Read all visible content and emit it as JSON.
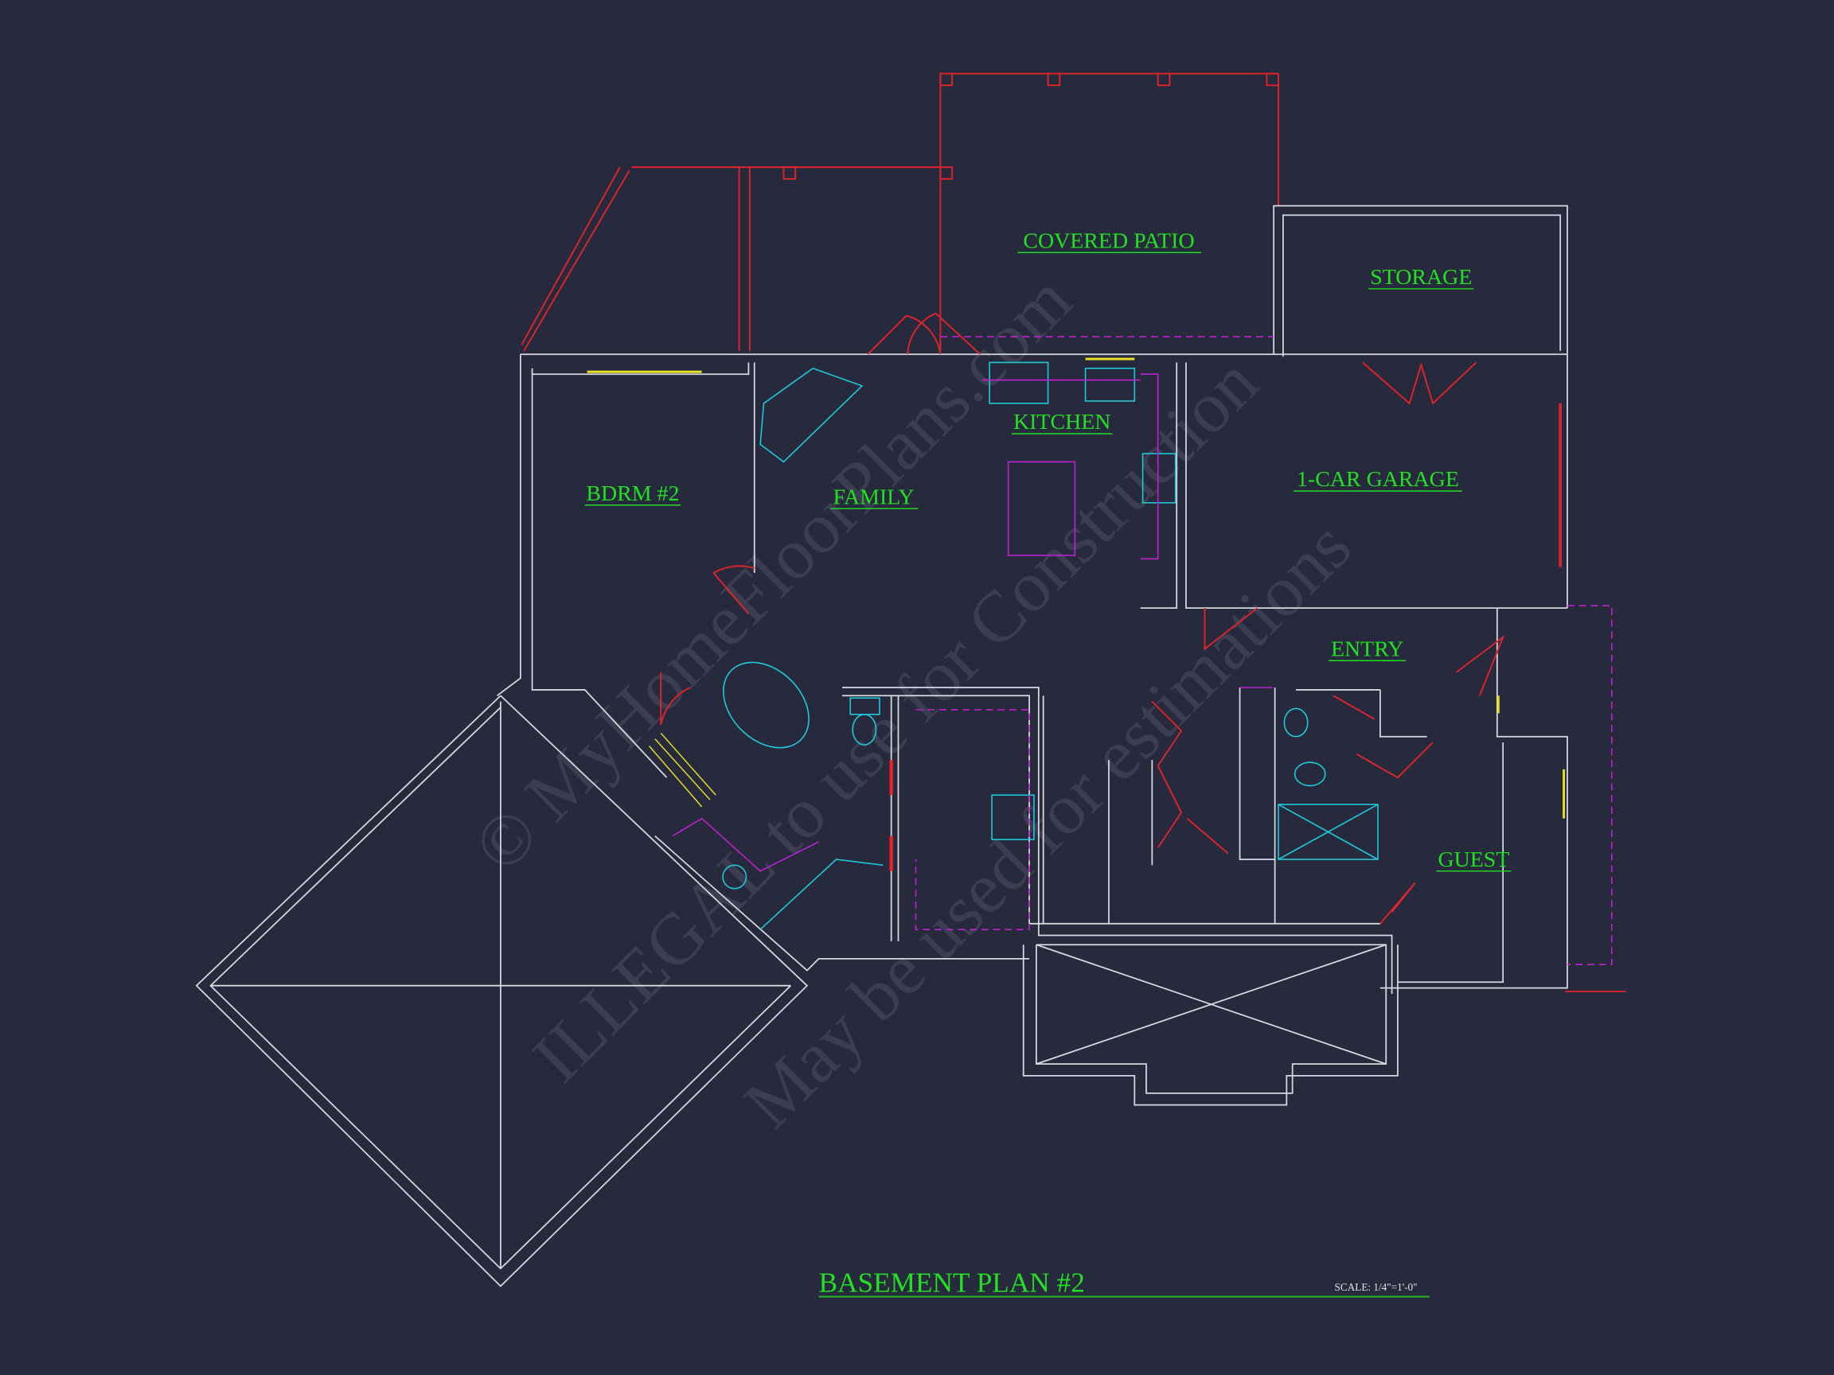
{
  "plan": {
    "title": "BASEMENT PLAN #2",
    "scale": "SCALE: 1/4\"=1'-0\"",
    "rooms": {
      "covered_patio": "COVERED PATIO",
      "storage": "STORAGE",
      "kitchen": "KITCHEN",
      "bdrm2": "BDRM #2",
      "family": "FAMILY",
      "garage": "1-CAR GARAGE",
      "entry": "ENTRY",
      "guest": "GUEST"
    }
  },
  "watermark": {
    "line1": "© MyHomeFloorPlans.com",
    "line2": "ILLEGAL to use for Construction",
    "line3": "May be used for estimations"
  },
  "colors": {
    "background": "#272a3d",
    "label": "#22e022",
    "wall": "#d8d8e0",
    "door": "#e0242a",
    "fixture": "#1ec8d8",
    "cabinet": "#c020d0"
  }
}
